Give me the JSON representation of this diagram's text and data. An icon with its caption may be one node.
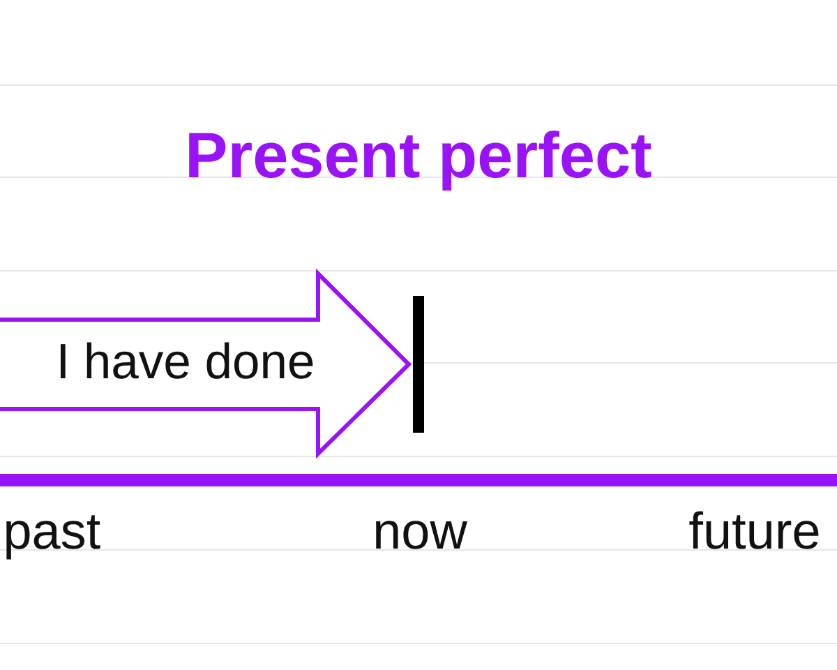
{
  "diagram": {
    "title": "Present perfect",
    "nodes": [
      {
        "text": [
          "I have done"
        ]
      }
    ],
    "labels": [
      "past",
      "now",
      "future"
    ]
  }
}
